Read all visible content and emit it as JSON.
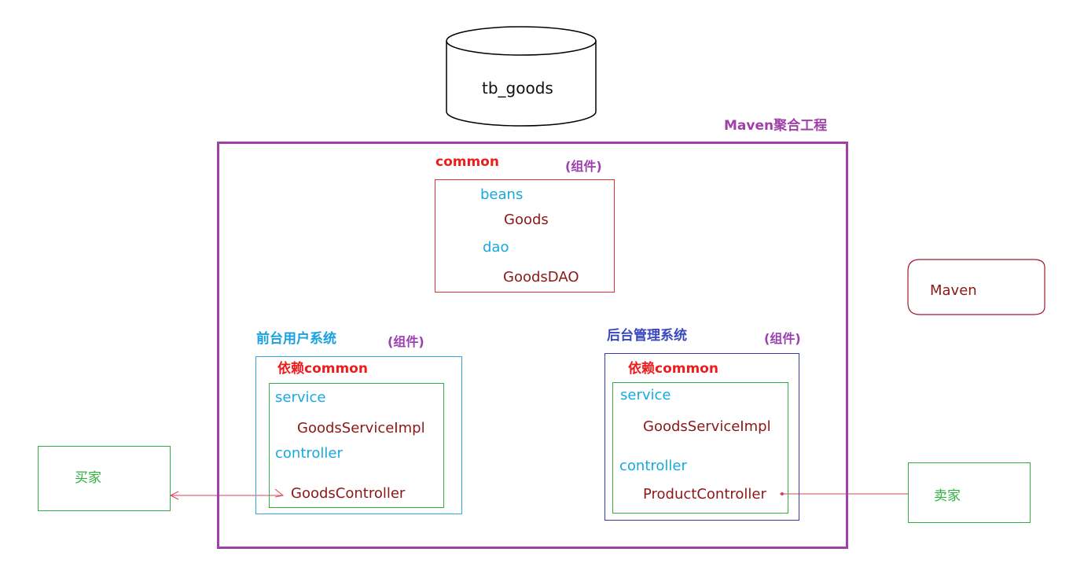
{
  "database": {
    "label": "tb_goods"
  },
  "aggregate": {
    "title": "Maven聚合工程"
  },
  "common": {
    "title": "common",
    "tag": "(组件)",
    "items": [
      {
        "text": "beans",
        "kind": "package"
      },
      {
        "text": "Goods",
        "kind": "class"
      },
      {
        "text": "dao",
        "kind": "package"
      },
      {
        "text": "GoodsDAO",
        "kind": "class"
      }
    ]
  },
  "frontend": {
    "title": "前台用户系统",
    "tag": "(组件)",
    "dependency": "依赖common",
    "items": [
      {
        "text": "service",
        "kind": "package"
      },
      {
        "text": "GoodsServiceImpl",
        "kind": "class"
      },
      {
        "text": "controller",
        "kind": "package"
      },
      {
        "text": "GoodsController",
        "kind": "class"
      }
    ]
  },
  "backend": {
    "title": "后台管理系统",
    "tag": "(组件)",
    "dependency": "依赖common",
    "items": [
      {
        "text": "service",
        "kind": "package"
      },
      {
        "text": "GoodsServiceImpl",
        "kind": "class"
      },
      {
        "text": "controller",
        "kind": "package"
      },
      {
        "text": "ProductController",
        "kind": "class"
      }
    ]
  },
  "maven_box": {
    "label": "Maven"
  },
  "buyer": {
    "label": "买家"
  },
  "seller": {
    "label": "卖家"
  },
  "colors": {
    "aggregate_border": "#a040a8",
    "aggregate_title": "#a040a8",
    "component_tag": "#9b3fb0",
    "common_title": "#ee1c1c",
    "common_border": "#e03030",
    "package_text": "#18a8e0",
    "class_text": "#8b1818",
    "frontend_border": "#30a8d8",
    "frontend_title": "#1aa0e0",
    "backend_border": "#3a3aa8",
    "backend_title": "#3a48c0",
    "dependency_text": "#ee1c1c",
    "inner_border": "#30b040",
    "actor_border": "#30b040",
    "actor_text": "#30b040",
    "maven_border": "#a01830",
    "maven_text": "#8b1818",
    "connector": "#e04050"
  }
}
